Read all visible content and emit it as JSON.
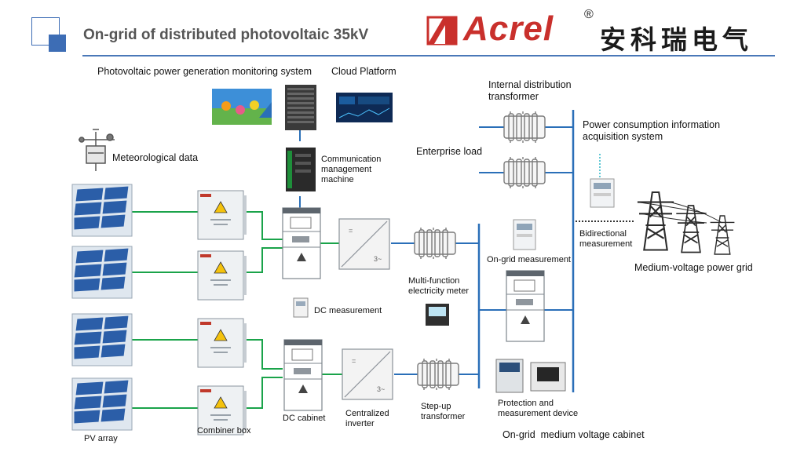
{
  "header": {
    "title": "On-grid of distributed photovoltaic 35kV",
    "brand": "Acrel",
    "brand_registered": "®",
    "brand_chinese": "安科瑞电气"
  },
  "labels": {
    "pv_monitoring_system": "Photovoltaic power generation monitoring system",
    "cloud_platform": "Cloud Platform",
    "internal_transformer": "Internal distribution\ntransformer",
    "power_info_system": "Power consumption information\nacquisition system",
    "meteorological": "Meteorological data",
    "comm_machine": "Communication\nmanagement\nmachine",
    "enterprise_load": "Enterprise load",
    "bidirectional": "Bidirectional\nmeasurement",
    "ongrid_measurement": "On-grid measurement",
    "medium_voltage_grid": "Medium-voltage power grid",
    "multi_function_meter": "Multi-function\nelectricity meter",
    "dc_measurement": "DC measurement",
    "protection_device": "Protection and\nmeasurement device",
    "dc_cabinet": "DC cabinet",
    "centralized_inverter": "Centralized\ninverter",
    "stepup_transformer": "Step-up\ntransformer",
    "pv_array": "PV array",
    "combiner_box": "Combiner box",
    "ongrid_mv_cabinet": "On-grid  medium voltage cabinet"
  },
  "colors": {
    "pv_line": "#1aa34a",
    "ac_line": "#2a6fb8",
    "accent": "#3d6db5",
    "brand_red": "#c9302c"
  },
  "icons": {
    "transformer": "transformer-icon",
    "tower": "power-tower-icon",
    "weather": "weather-station-icon",
    "server": "server-icon"
  }
}
